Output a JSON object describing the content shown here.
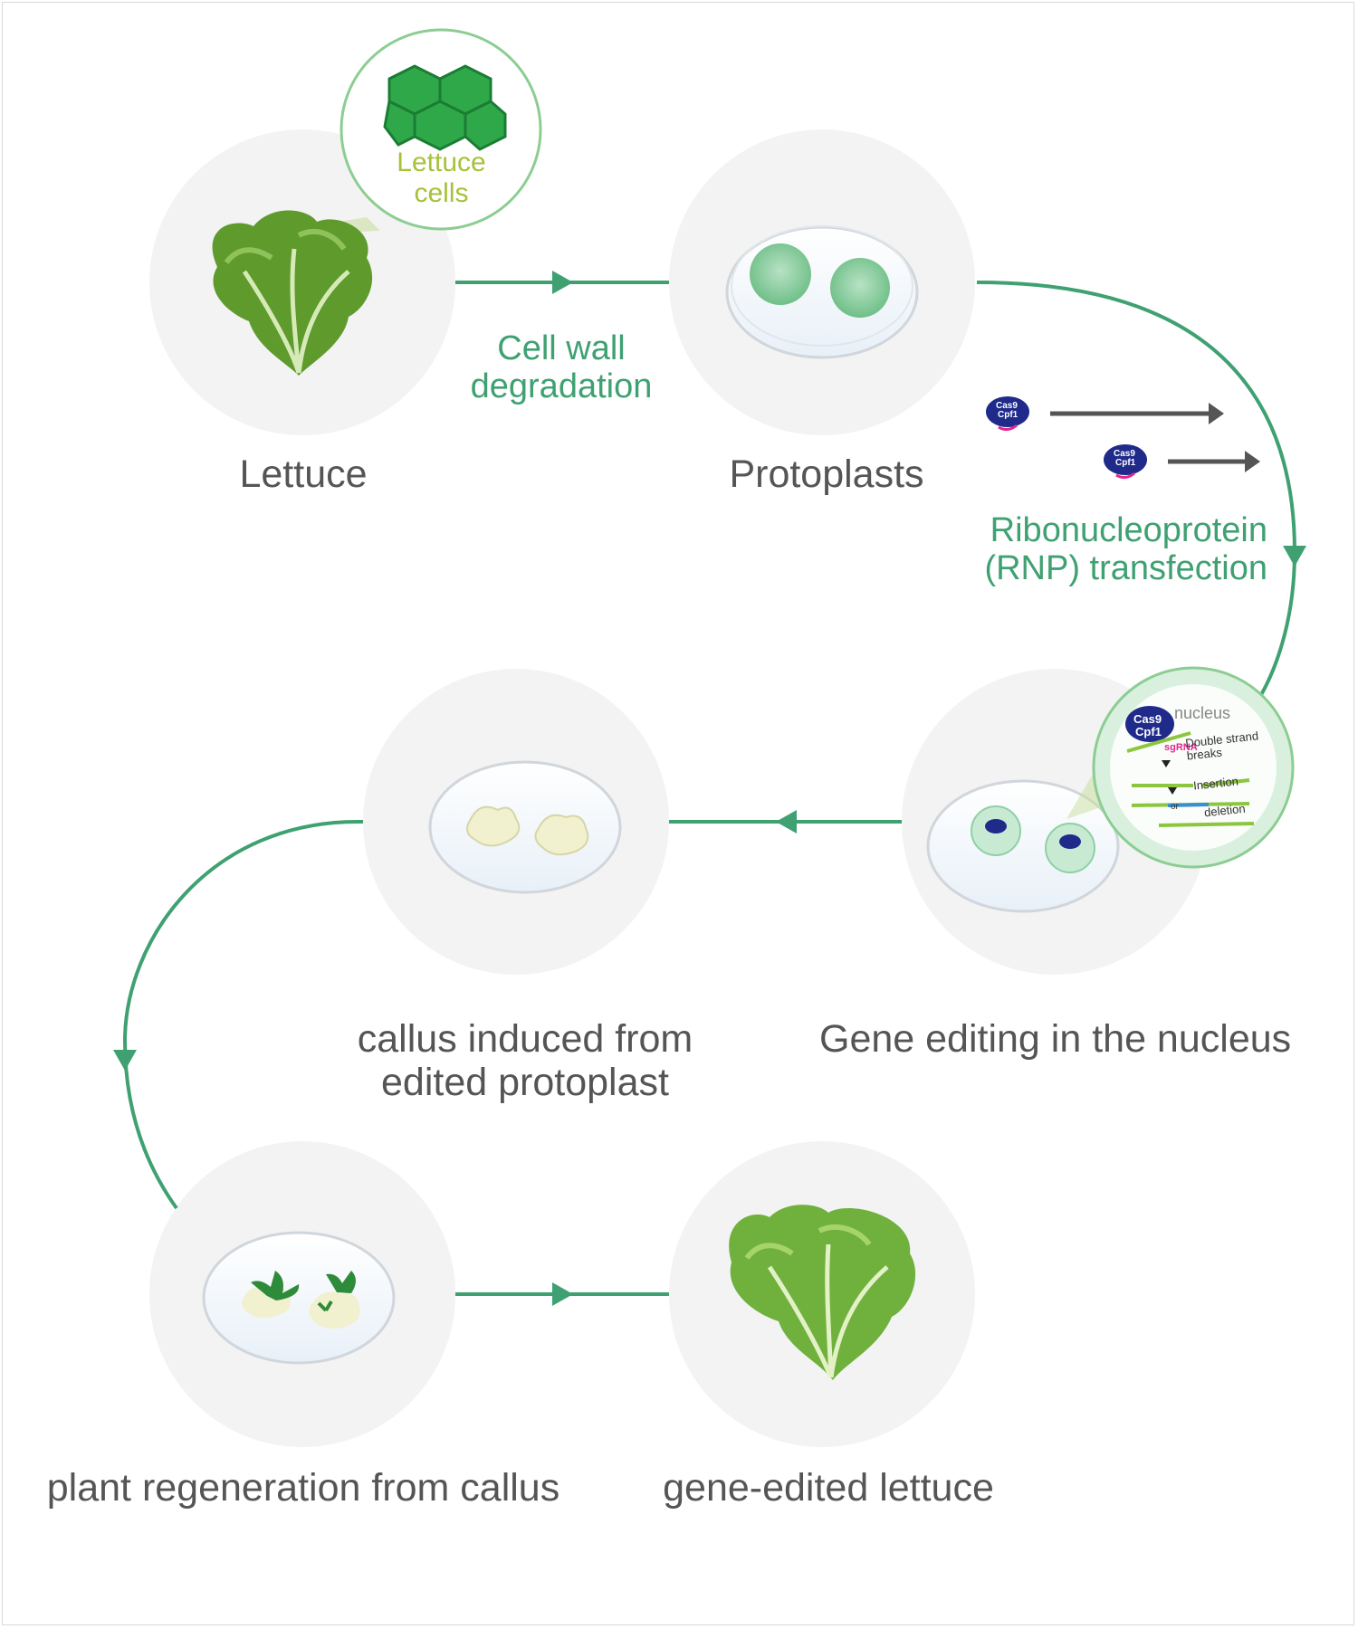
{
  "steps": {
    "lettuce": "Lettuce",
    "lettuce_cells": "Lettuce cells",
    "cell_wall": "Cell wall degradation",
    "protoplasts": "Protoplasts",
    "rnp": "Ribonucleoprotein (RNP) transfection",
    "gene_editing": "Gene editing in the nucleus",
    "callus": "callus induced from edited protoplast",
    "regeneration": "plant regeneration from callus",
    "edited_lettuce": "gene-edited lettuce"
  },
  "inset": {
    "nucleus": "nucleus",
    "cas9": "Cas9",
    "cpf1": "Cpf1",
    "sgrna": "sgRNA",
    "dsb": "Double strand breaks",
    "insertion": "Insertion",
    "or": "or",
    "deletion": "deletion"
  },
  "colors": {
    "flow": "#3fa172",
    "circle_bg": "#f3f3f3",
    "lettuce": "#5e9a2c",
    "cas_protein": "#1f2a8a",
    "sgrna": "#e4258f"
  }
}
